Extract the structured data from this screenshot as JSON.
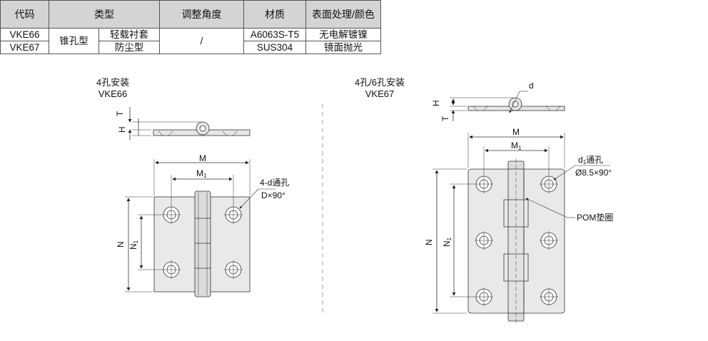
{
  "table": {
    "headers": [
      "代码",
      "类型",
      "调整角度",
      "材质",
      "表面处理/颜色"
    ],
    "rows": [
      {
        "code": "VKE66",
        "type_a": "锥孔型",
        "type_b": "轻载衬套",
        "angle": "/",
        "material": "A6063S-T5",
        "finish": "无电解镀镍"
      },
      {
        "code": "VKE67",
        "type_b": "防尘型",
        "material": "SUS304",
        "finish": "镜面抛光"
      }
    ]
  },
  "left_drawing": {
    "title": "4孔安装",
    "model": "VKE66",
    "dims": {
      "T": "T",
      "H": "H",
      "M": "M",
      "M1": "M",
      "M1_sub": "1",
      "N": "N",
      "N1": "N",
      "N1_sub": "1"
    },
    "hole_note_line1": "4-d通孔",
    "hole_note_line2": "D×90°"
  },
  "right_drawing": {
    "title": "4孔/6孔安装",
    "model": "VKE67",
    "dims": {
      "d": "d",
      "T": "T",
      "H": "H",
      "M": "M",
      "M1": "M",
      "M1_sub": "1",
      "N": "N",
      "N1": "N",
      "N1_sub": "1"
    },
    "hole_note_line1_sub": "1",
    "hole_note_line1_d": "d",
    "hole_note_line1": "通孔",
    "hole_note_line2": "Ø8.5×90°",
    "washer_label": "POM垫圈"
  }
}
